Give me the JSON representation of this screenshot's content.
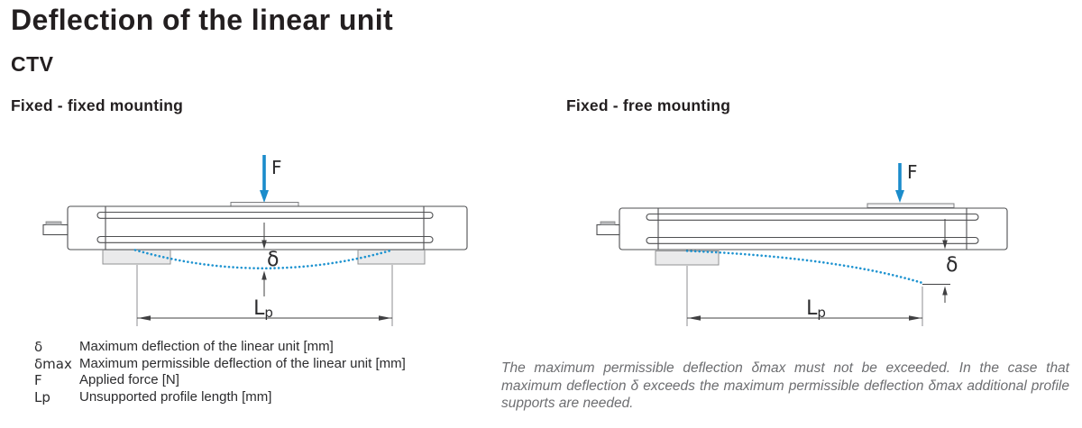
{
  "page": {
    "title": "Deflection of the linear unit",
    "product_line": "CTV"
  },
  "diagrams": {
    "fixed_fixed": {
      "title": "Fixed - fixed mounting",
      "force_label": "F",
      "deflection_symbol": "δ",
      "length_label": {
        "main": "L",
        "sub": "p"
      }
    },
    "fixed_free": {
      "title": "Fixed - free mounting",
      "force_label": "F",
      "deflection_symbol": "δ",
      "length_label": {
        "main": "L",
        "sub": "p"
      }
    }
  },
  "legend": {
    "rows": [
      {
        "symbol": "δ",
        "description": "Maximum deflection of the linear unit [mm]"
      },
      {
        "symbol": "δmax",
        "description": "Maximum permissible deflection of the linear unit [mm]"
      },
      {
        "symbol": "F",
        "description": "Applied force [N]"
      },
      {
        "symbol": "Lp",
        "description": "Unsupported profile length [mm]"
      }
    ]
  },
  "note": {
    "text": "The maximum permissible deflection δmax must not be exceeded. In the case that maximum deflection δ exceeds the maximum permissible deflection δmax additional profile supports are needed."
  },
  "colors": {
    "accent_blue": "#1b8ccb",
    "line_gray": "#4e4f51",
    "support_fill": "#eaeaeb"
  }
}
